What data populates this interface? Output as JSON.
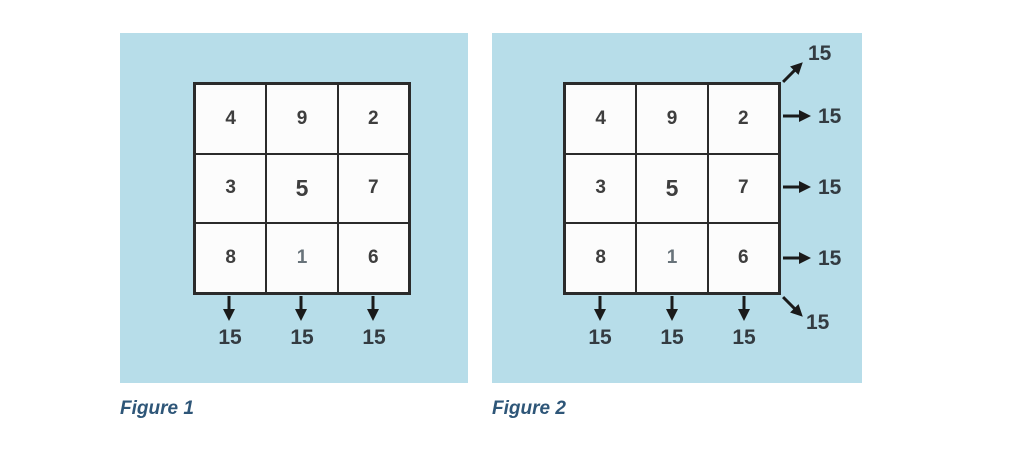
{
  "figures": [
    {
      "id": "figure-1",
      "caption": "Figure 1",
      "grid": [
        [
          "4",
          "9",
          "2"
        ],
        [
          "3",
          "5",
          "7"
        ],
        [
          "8",
          "1",
          "6"
        ]
      ],
      "column_sums": [
        "15",
        "15",
        "15"
      ]
    },
    {
      "id": "figure-2",
      "caption": "Figure 2",
      "grid": [
        [
          "4",
          "9",
          "2"
        ],
        [
          "3",
          "5",
          "7"
        ],
        [
          "8",
          "1",
          "6"
        ]
      ],
      "column_sums": [
        "15",
        "15",
        "15"
      ],
      "row_sums": [
        "15",
        "15",
        "15"
      ],
      "diagonal_sums": {
        "up_right": "15",
        "down_right": "15"
      }
    }
  ],
  "colors": {
    "panel_background": "#b7dde9",
    "grid_line": "#2b2b2b",
    "cell_background": "#fcfcfc",
    "arrow": "#1a1a1a",
    "sum_text": "#333b41",
    "caption_text": "#2e5678",
    "number_text": "#3e3e3e"
  }
}
